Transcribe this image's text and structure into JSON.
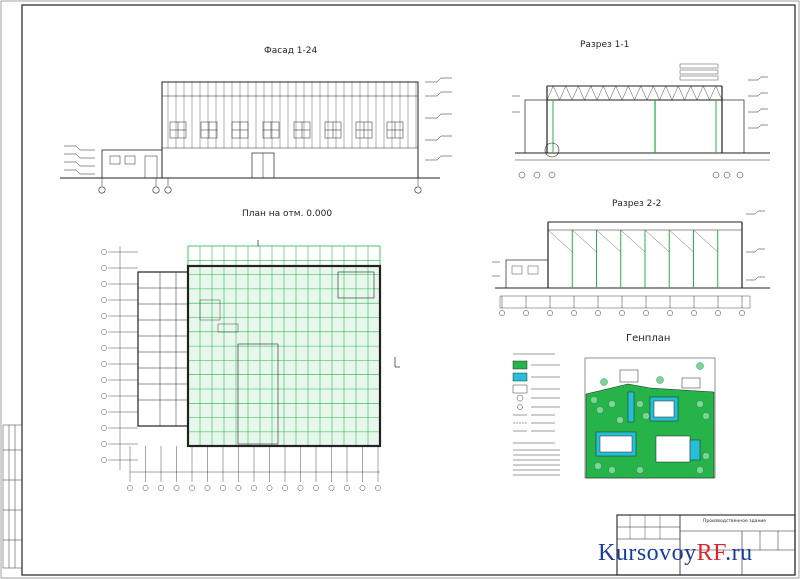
{
  "titles": {
    "facade": "Фасад 1-24",
    "section1": "Разрез 1-1",
    "plan": "План на отм. 0.000",
    "section2": "Разрез 2-2",
    "genplan": "Генплан"
  },
  "watermark": {
    "main": "Kursovoy",
    "accent": "RF",
    "tail": ".ru"
  },
  "stamp": {
    "title": "Производственное здание"
  },
  "colors": {
    "green": "#25b34a",
    "cyan": "#27bfd6",
    "line": "#222222",
    "accent": "#d9262c",
    "brand": "#1b3d9a"
  }
}
